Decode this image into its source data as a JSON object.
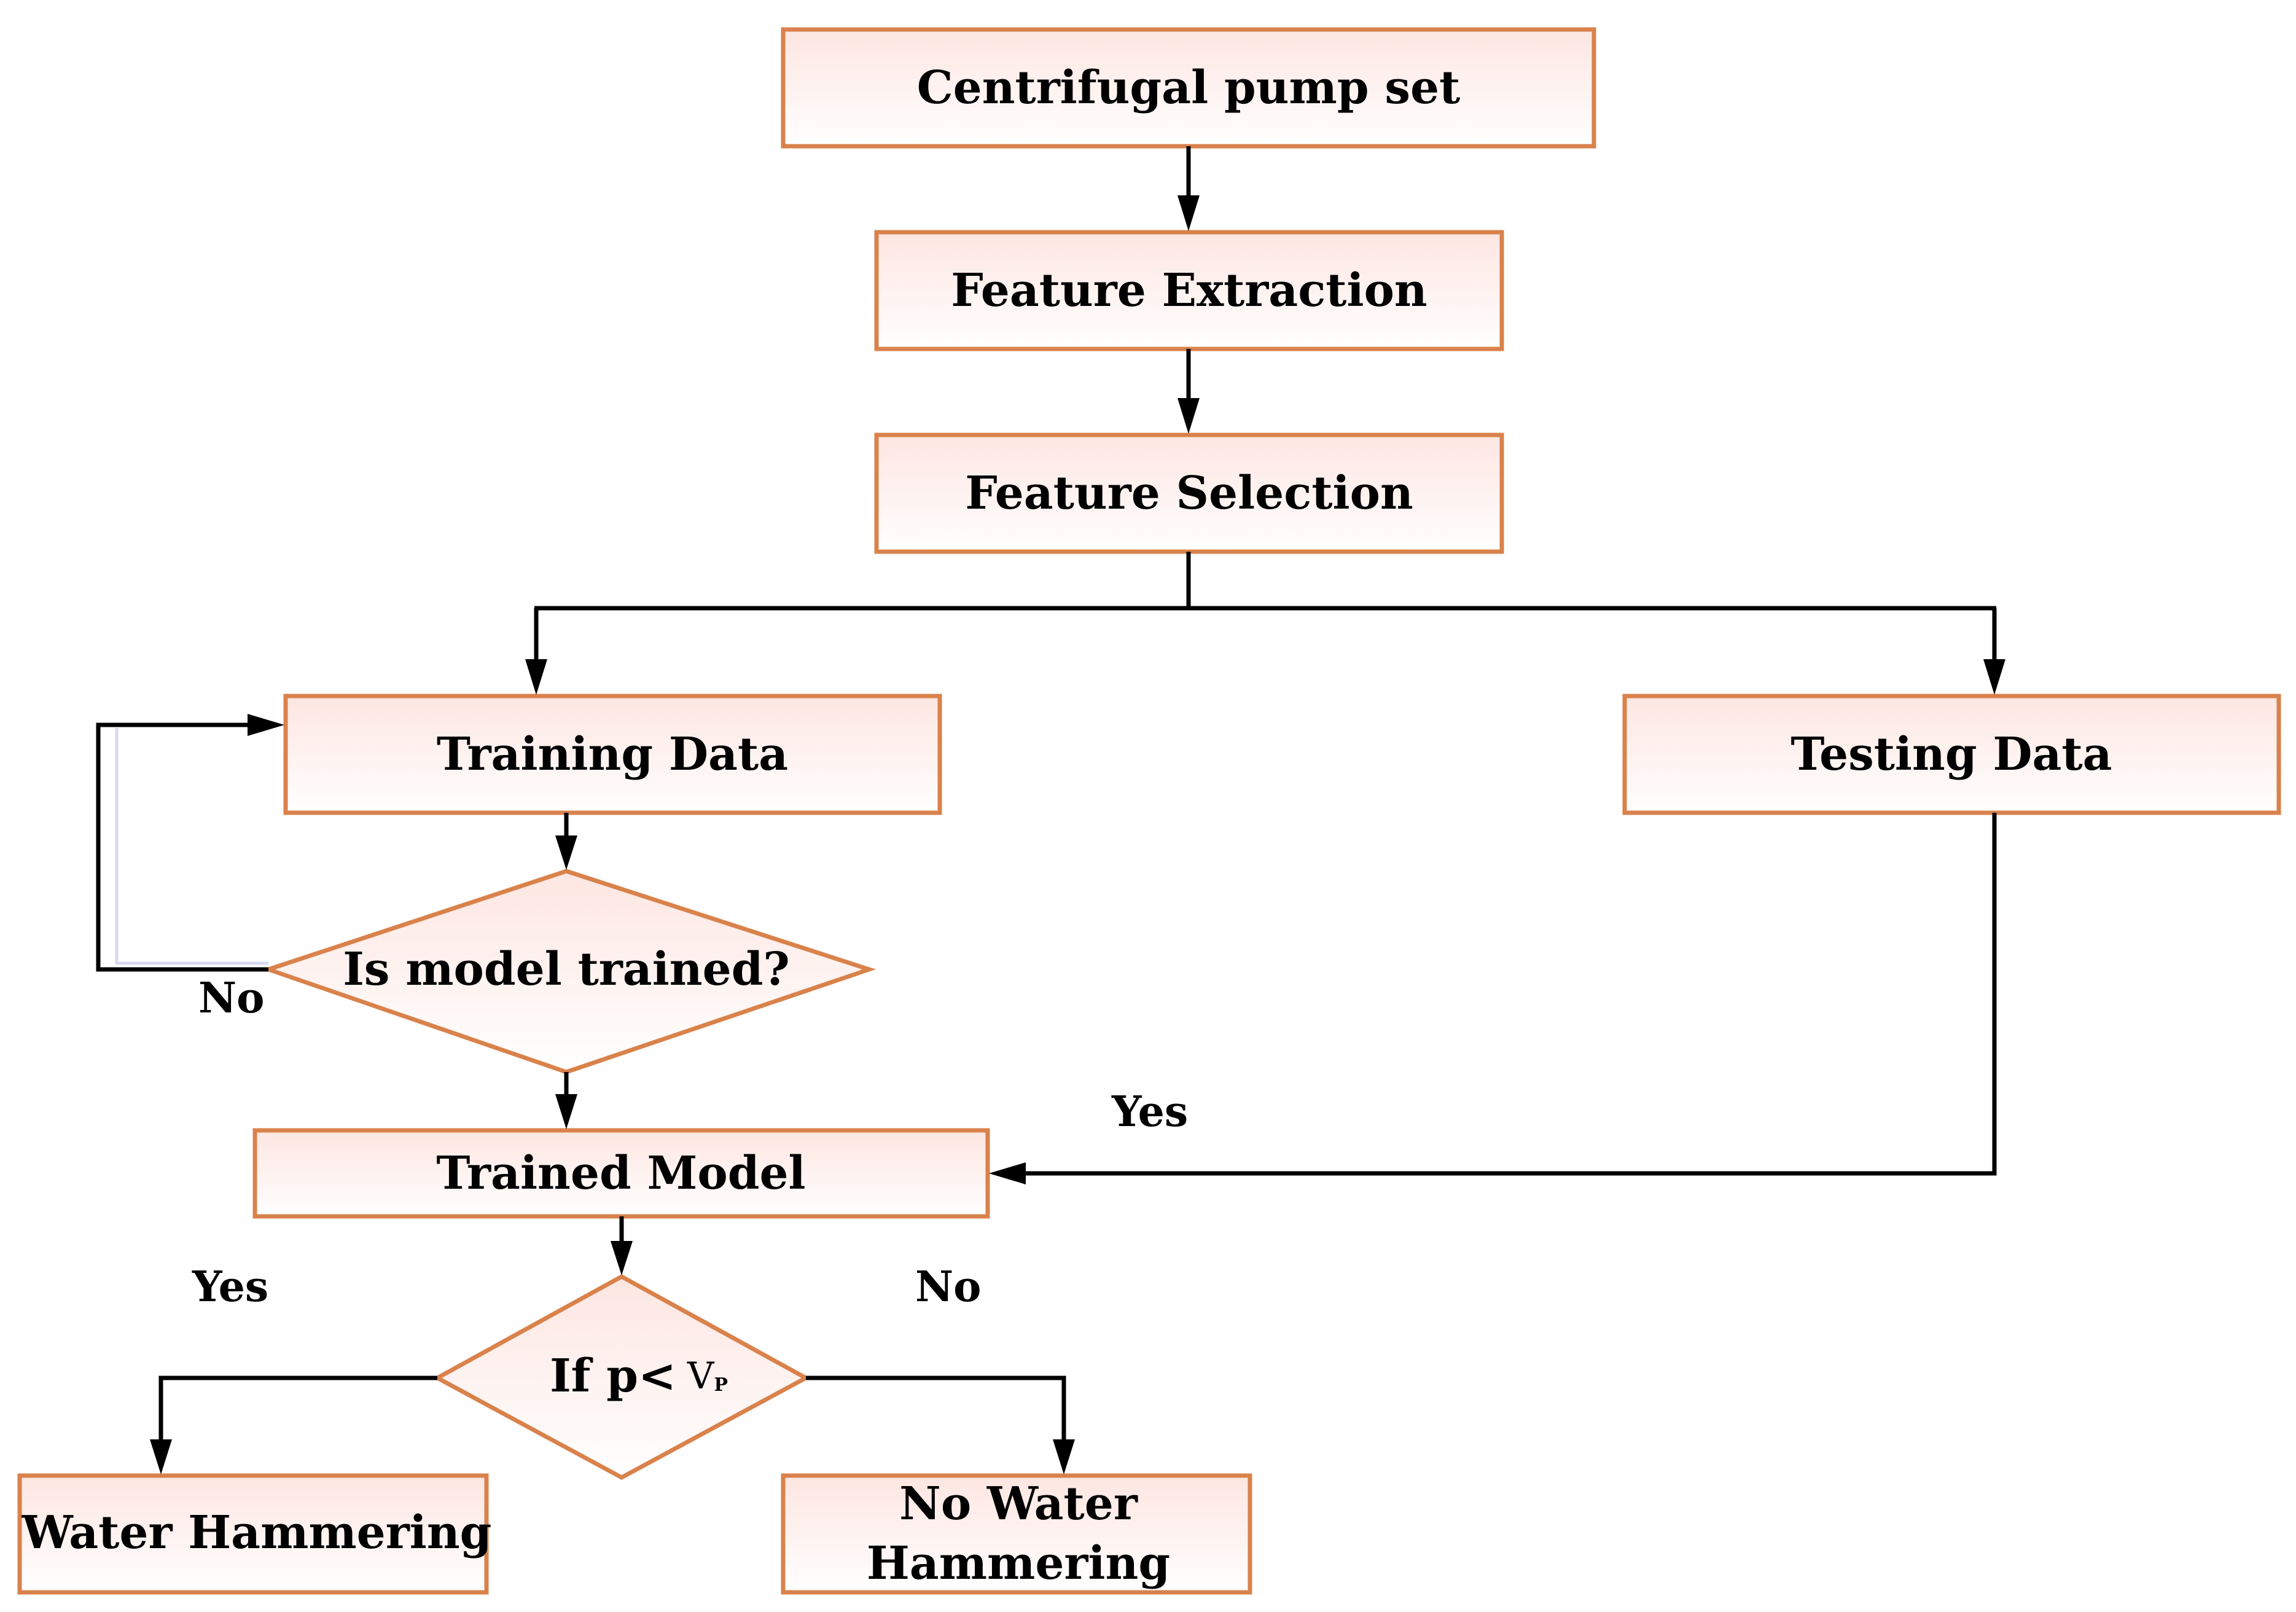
{
  "colors": {
    "box_border": "#D9824B",
    "box_fill_top": "#FDE6E1",
    "box_fill_bottom": "#FFFFFF",
    "line": "#000000"
  },
  "nodes": {
    "centrifugal_pump_set": "Centrifugal pump set",
    "feature_extraction": "Feature Extraction",
    "feature_selection": "Feature Selection",
    "training_data": "Training Data",
    "testing_data": "Testing Data",
    "is_model_trained": "Is model trained?",
    "trained_model": "Trained Model",
    "if_condition": {
      "text": "If p<",
      "symbol": "V",
      "subscript": "P"
    },
    "water_hammering": "Water Hammering",
    "no_water_hammering": {
      "line1": "No Water",
      "line2": "Hammering"
    }
  },
  "edge_labels": {
    "not_trained_no": "No",
    "testing_yes": "Yes",
    "condition_yes": "Yes",
    "condition_no": "No"
  }
}
